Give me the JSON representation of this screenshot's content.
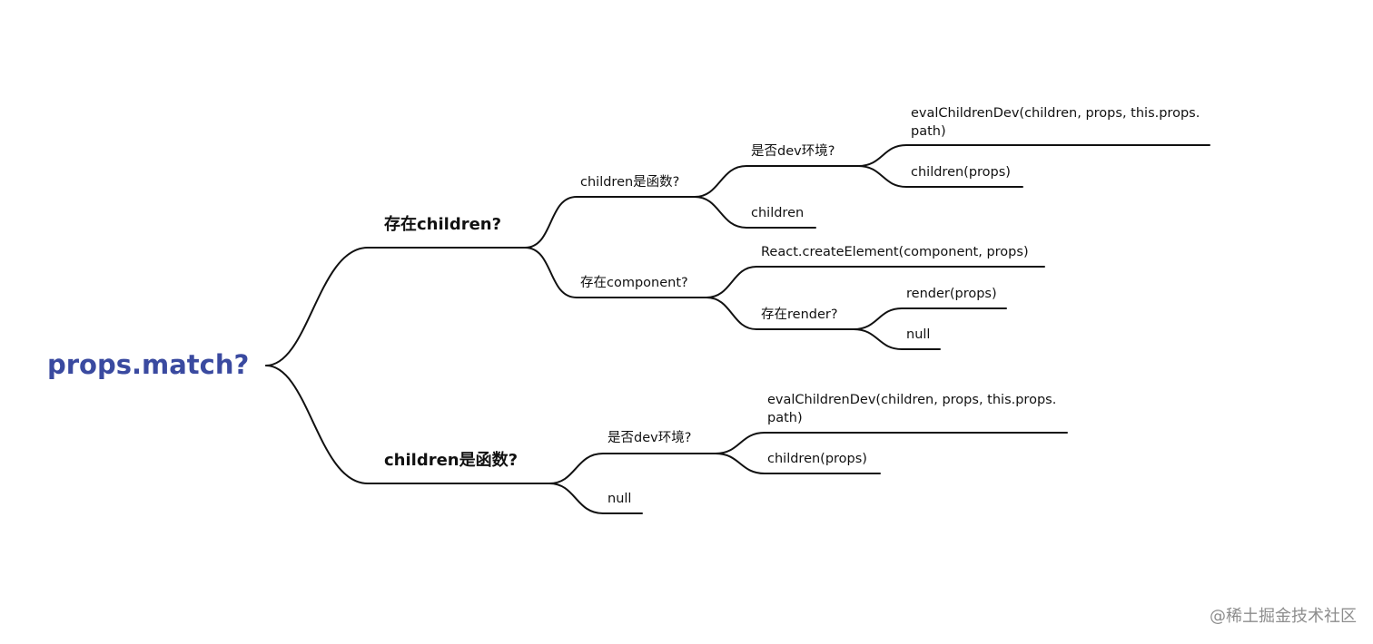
{
  "root": {
    "label": "props.match?"
  },
  "branches": {
    "has_children": {
      "label": "存在children?",
      "children_is_function": {
        "label": "children是函数?",
        "is_dev_env": {
          "label": "是否dev环境?",
          "eval_dev": "evalChildrenDev(children, props, this.props.\npath)",
          "children_props": "children(props)"
        },
        "children": "children"
      },
      "has_component": {
        "label": "存在component?",
        "create_element": "React.createElement(component, props)",
        "has_render": {
          "label": "存在render?",
          "render_props": "render(props)",
          "null": "null"
        }
      }
    },
    "children_is_function": {
      "label": "children是函数?",
      "is_dev_env": {
        "label": "是否dev环境?",
        "eval_dev": "evalChildrenDev(children, props, this.props.\npath)",
        "children_props": "children(props)"
      },
      "null": "null"
    }
  },
  "watermark": "@稀土掘金技术社区"
}
